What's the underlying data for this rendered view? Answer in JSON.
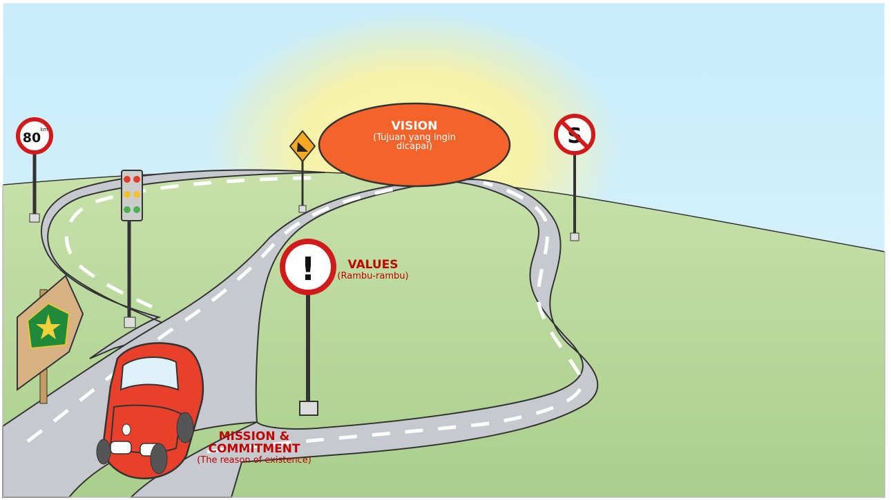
{
  "vision": {
    "title": "VISION",
    "subtitle": "(Tujuan yang ingin dicapai)"
  },
  "values": {
    "title": "VALUES",
    "subtitle": "(Rambu-rambu)"
  },
  "mission": {
    "title_line1": "MISSION &",
    "title_line2": "COMMITMENT",
    "subtitle": "(The reason of existence)"
  },
  "speed_sign": {
    "number": "80",
    "unit": "km"
  },
  "no_parking_sign": {
    "letter": "S"
  },
  "warning_sign": {
    "symbol": "!"
  },
  "colors": {
    "sky": "#cdeefc",
    "sun_glow": "#fff6a0",
    "grass": "#b7d79a",
    "road": "#c6c9cd",
    "vision_oval": "#f4632a",
    "label_red": "#c00000",
    "car": "#e8402a",
    "sign_border": "#d11a1a"
  }
}
